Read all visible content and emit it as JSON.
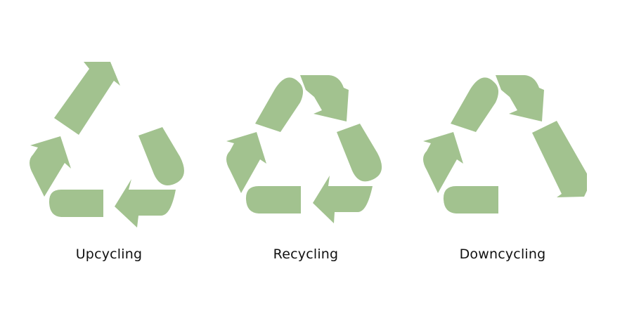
{
  "colors": {
    "arrow_fill": "#a2c28f",
    "background": "#ffffff",
    "label_text": "#111111"
  },
  "symbols": [
    {
      "id": "upcycling",
      "label": "Upcycling",
      "icon": "upcycling-icon"
    },
    {
      "id": "recycling",
      "label": "Recycling",
      "icon": "recycling-icon"
    },
    {
      "id": "downcycling",
      "label": "Downcycling",
      "icon": "downcycling-icon"
    }
  ]
}
